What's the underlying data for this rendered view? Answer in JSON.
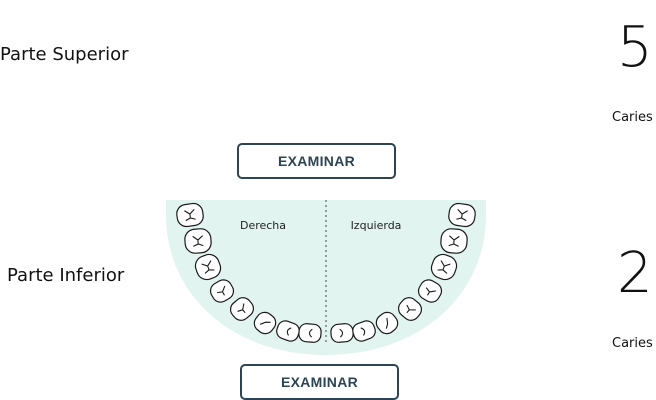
{
  "upper": {
    "label": "Parte Superior",
    "count": "5",
    "caption": "Caries",
    "button": "EXAMINAR"
  },
  "lower": {
    "label": "Parte Inferior",
    "count": "2",
    "caption": "Caries",
    "button": "EXAMINAR",
    "right_side": "Derecha",
    "left_side": "Izquierda"
  },
  "colors": {
    "arch_fill": "#e2f4ef",
    "button_border": "#2d4454",
    "tooth_stroke": "#1a1a1a"
  }
}
